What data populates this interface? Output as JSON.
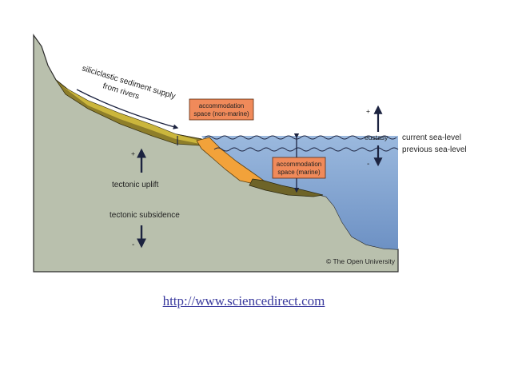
{
  "diagram": {
    "labels": {
      "sediment_supply_line1": "siliciclastic sediment supply",
      "sediment_supply_line2": "from rivers",
      "accommodation_nonmarine_line1": "accommodation",
      "accommodation_nonmarine_line2": "space (non-marine)",
      "accommodation_marine_line1": "accommodation",
      "accommodation_marine_line2": "space (marine)",
      "eustasy": "eustasy",
      "current_sea_level": "current sea-level",
      "previous_sea_level": "previous sea-level",
      "tectonic_uplift": "tectonic uplift",
      "tectonic_subsidence": "tectonic subsidence",
      "plus_sign": "+",
      "minus_sign": "-",
      "copyright": "© The Open University"
    },
    "colors": {
      "ground": "#b7bfac",
      "water_top": "#8fb0d8",
      "water_bottom": "#7094c7",
      "sediment_olive": "#8e7e2a",
      "sediment_yellow": "#c9b43a",
      "sediment_orange": "#f2a23a",
      "label_box": "#f08a5a",
      "arrow": "#1c2340"
    }
  },
  "footer": {
    "link": "http://www.sciencedirect.com"
  }
}
